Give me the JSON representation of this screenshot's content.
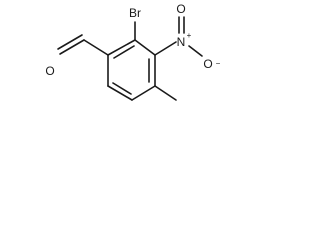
{
  "molecule": {
    "atoms": {
      "bromine": "Br",
      "aldehyde_oxygen": "O",
      "nitro_nitrogen": "N",
      "nitro_nitrogen_charge": "+",
      "nitro_oxygen_double": "O",
      "nitro_oxygen_single": "O",
      "nitro_oxygen_charge": "−"
    }
  }
}
